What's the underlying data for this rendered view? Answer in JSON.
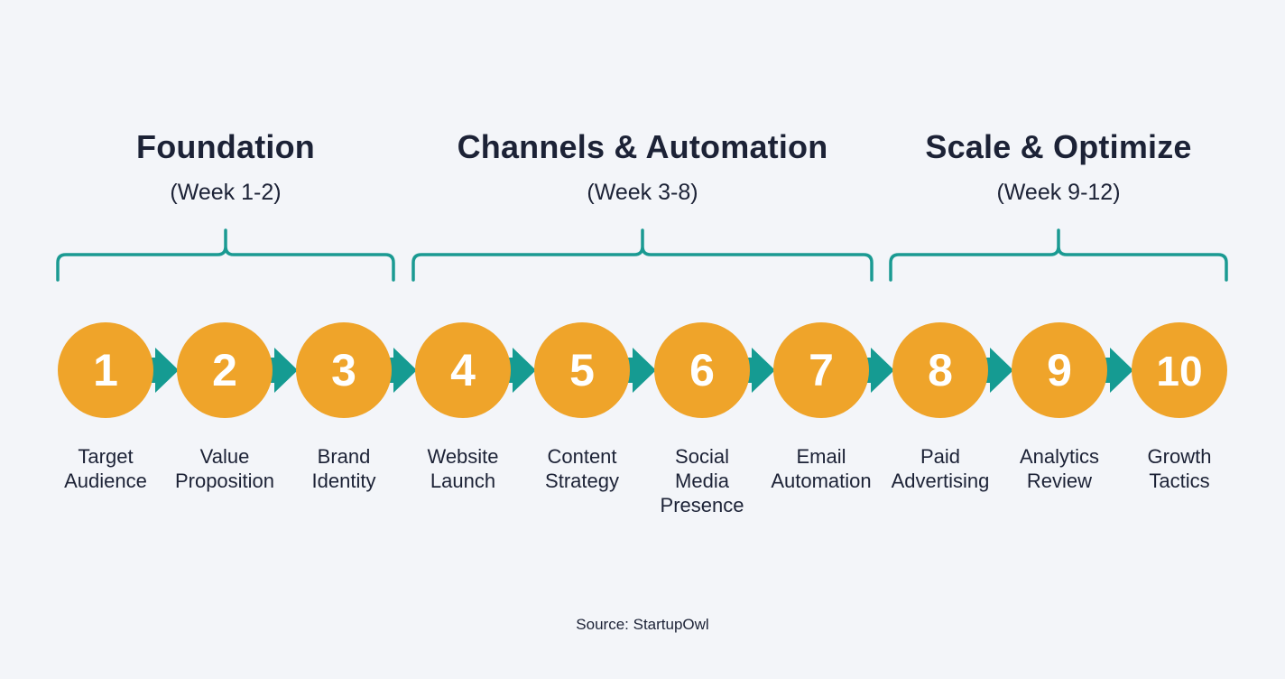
{
  "phases": [
    {
      "title": "Foundation",
      "range": "(Week 1-2)"
    },
    {
      "title": "Channels & Automation",
      "range": "(Week 3-8)"
    },
    {
      "title": "Scale & Optimize",
      "range": "(Week 9-12)"
    }
  ],
  "steps": [
    {
      "number": "1",
      "label_lines": [
        "Target",
        "Audience"
      ]
    },
    {
      "number": "2",
      "label_lines": [
        "Value",
        "Proposition"
      ]
    },
    {
      "number": "3",
      "label_lines": [
        "Brand",
        "Identity"
      ]
    },
    {
      "number": "4",
      "label_lines": [
        "Website",
        "Launch"
      ]
    },
    {
      "number": "5",
      "label_lines": [
        "Content",
        "Strategy"
      ]
    },
    {
      "number": "6",
      "label_lines": [
        "Social",
        "Media",
        "Presence"
      ]
    },
    {
      "number": "7",
      "label_lines": [
        "Email",
        "Automation"
      ]
    },
    {
      "number": "8",
      "label_lines": [
        "Paid",
        "Advertising"
      ]
    },
    {
      "number": "9",
      "label_lines": [
        "Analytics",
        "Review"
      ]
    },
    {
      "number": "10",
      "label_lines": [
        "Growth",
        "Tactics"
      ]
    }
  ],
  "source": "Source: StartupOwl",
  "colors": {
    "circle": "#efa42a",
    "arrow": "#159b92",
    "bracket": "#1a9a92",
    "text": "#1c2236",
    "background": "#f3f5f9"
  }
}
